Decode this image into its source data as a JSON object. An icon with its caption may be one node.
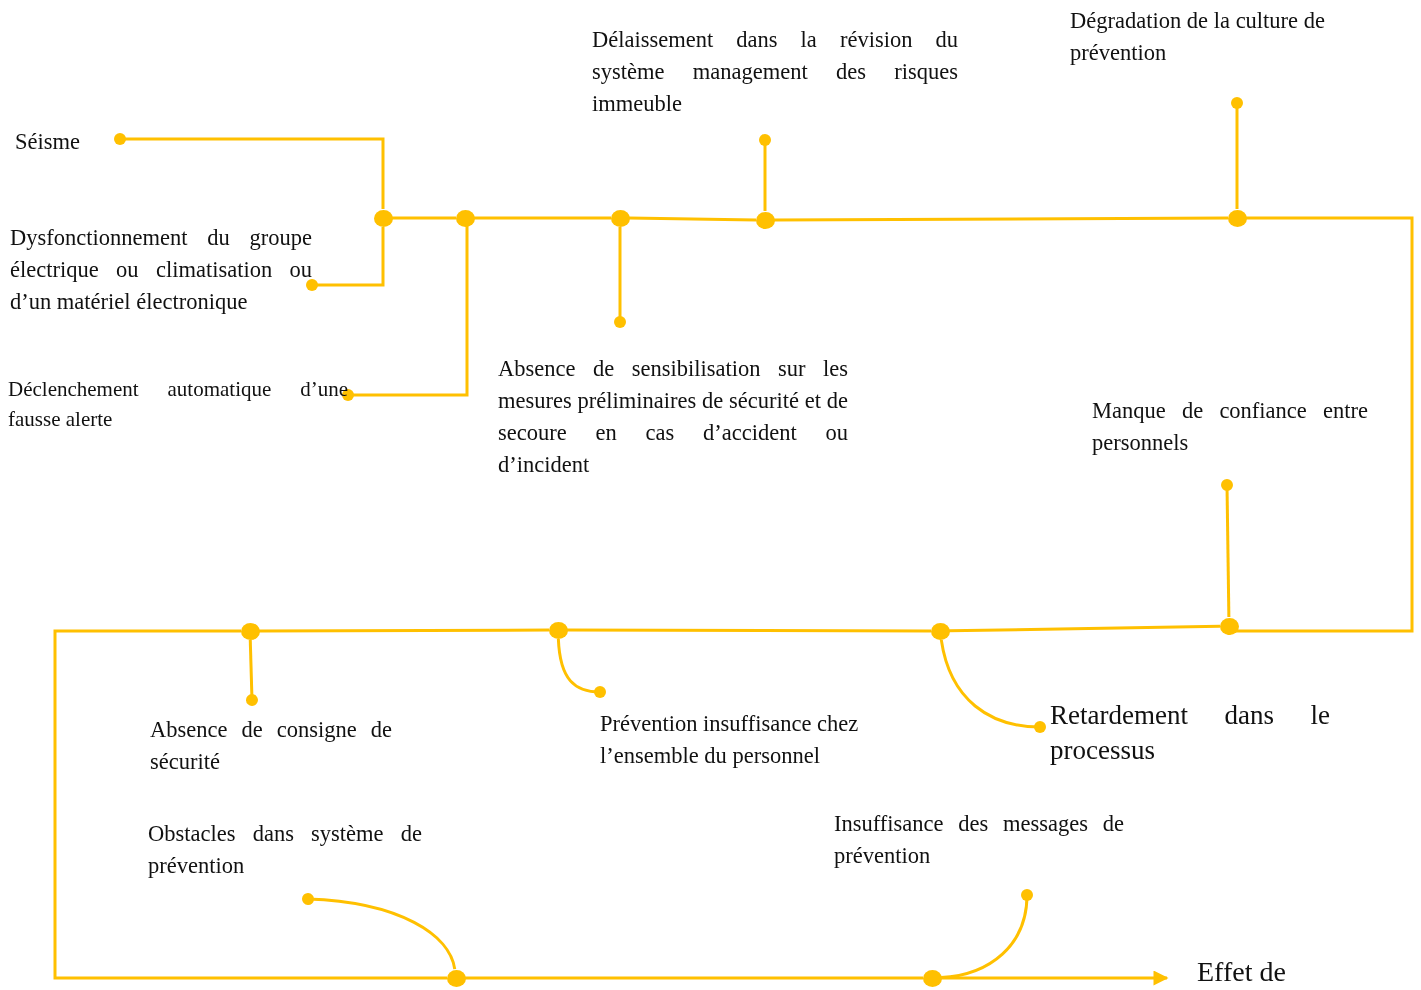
{
  "diagram": {
    "nodes": [
      {
        "text": [
          "Séisme"
        ]
      },
      {
        "text": [
          "Dysfonctionnement du groupe électrique ou climatisation ou d’un matériel électronique"
        ]
      },
      {
        "text": [
          "Déclenchement automatique d’une fausse alerte"
        ]
      },
      {
        "text": [
          "Absence de sensibilisation sur les mesures préliminaires de sécurité et de secoure en cas d’accident ou d’incident"
        ]
      },
      {
        "text": [
          "Délaissement dans la révision du système management des risques immeuble"
        ]
      },
      {
        "text": [
          "Dégradation de la culture de prévention"
        ]
      },
      {
        "text": [
          "Manque de confiance entre personnels"
        ]
      },
      {
        "text": [
          "Absence de consigne de sécurité"
        ]
      },
      {
        "text": [
          "Prévention insuffisance chez l’ensemble du personnel"
        ]
      },
      {
        "text": [
          "Retardement dans le processus"
        ]
      },
      {
        "text": [
          "Obstacles dans système de prévention"
        ]
      },
      {
        "text": [
          "Insuffisance des messages de prévention"
        ]
      },
      {
        "text": [
          "Effet de"
        ]
      },
      {
        "text": [],
        "shape": "circle"
      },
      {
        "text": [],
        "shape": "circle"
      },
      {
        "text": [],
        "shape": "circle"
      },
      {
        "text": [],
        "shape": "circle"
      },
      {
        "text": [],
        "shape": "circle"
      },
      {
        "text": [],
        "shape": "circle"
      },
      {
        "text": [],
        "shape": "circle"
      },
      {
        "text": [],
        "shape": "circle"
      },
      {
        "text": [],
        "shape": "circle"
      },
      {
        "text": [],
        "shape": "circle"
      },
      {
        "text": [],
        "shape": "circle"
      }
    ],
    "edges": [
      {
        "from": 0,
        "to": 13,
        "arrow": "other"
      },
      {
        "from": 1,
        "to": 13,
        "arrow": "other"
      },
      {
        "from": 2,
        "to": 14,
        "arrow": "other"
      },
      {
        "from": 3,
        "to": 15,
        "arrow": "other"
      },
      {
        "from": 4,
        "to": 16,
        "arrow": "other"
      },
      {
        "from": 5,
        "to": 17,
        "arrow": "other"
      },
      {
        "from": 6,
        "to": 18,
        "arrow": "other"
      },
      {
        "from": 7,
        "to": 21,
        "arrow": "other"
      },
      {
        "from": 8,
        "to": 20,
        "arrow": "other"
      },
      {
        "from": 9,
        "to": 19,
        "arrow": "other"
      },
      {
        "from": 10,
        "to": 22,
        "arrow": "other"
      },
      {
        "from": 11,
        "to": 23,
        "arrow": "other"
      },
      {
        "from": 13,
        "to": 14,
        "arrow": "none"
      },
      {
        "from": 14,
        "to": 15,
        "arrow": "none"
      },
      {
        "from": 15,
        "to": 16,
        "arrow": "none"
      },
      {
        "from": 16,
        "to": 17,
        "arrow": "none"
      },
      {
        "from": 17,
        "to": 18,
        "arrow": "none"
      },
      {
        "from": 18,
        "to": 19,
        "arrow": "none"
      },
      {
        "from": 19,
        "to": 20,
        "arrow": "none"
      },
      {
        "from": 20,
        "to": 21,
        "arrow": "none"
      },
      {
        "from": 21,
        "to": 22,
        "arrow": "none"
      },
      {
        "from": 22,
        "to": 23,
        "arrow": "none"
      },
      {
        "from": 23,
        "to": 12,
        "arrow": "to"
      }
    ]
  }
}
